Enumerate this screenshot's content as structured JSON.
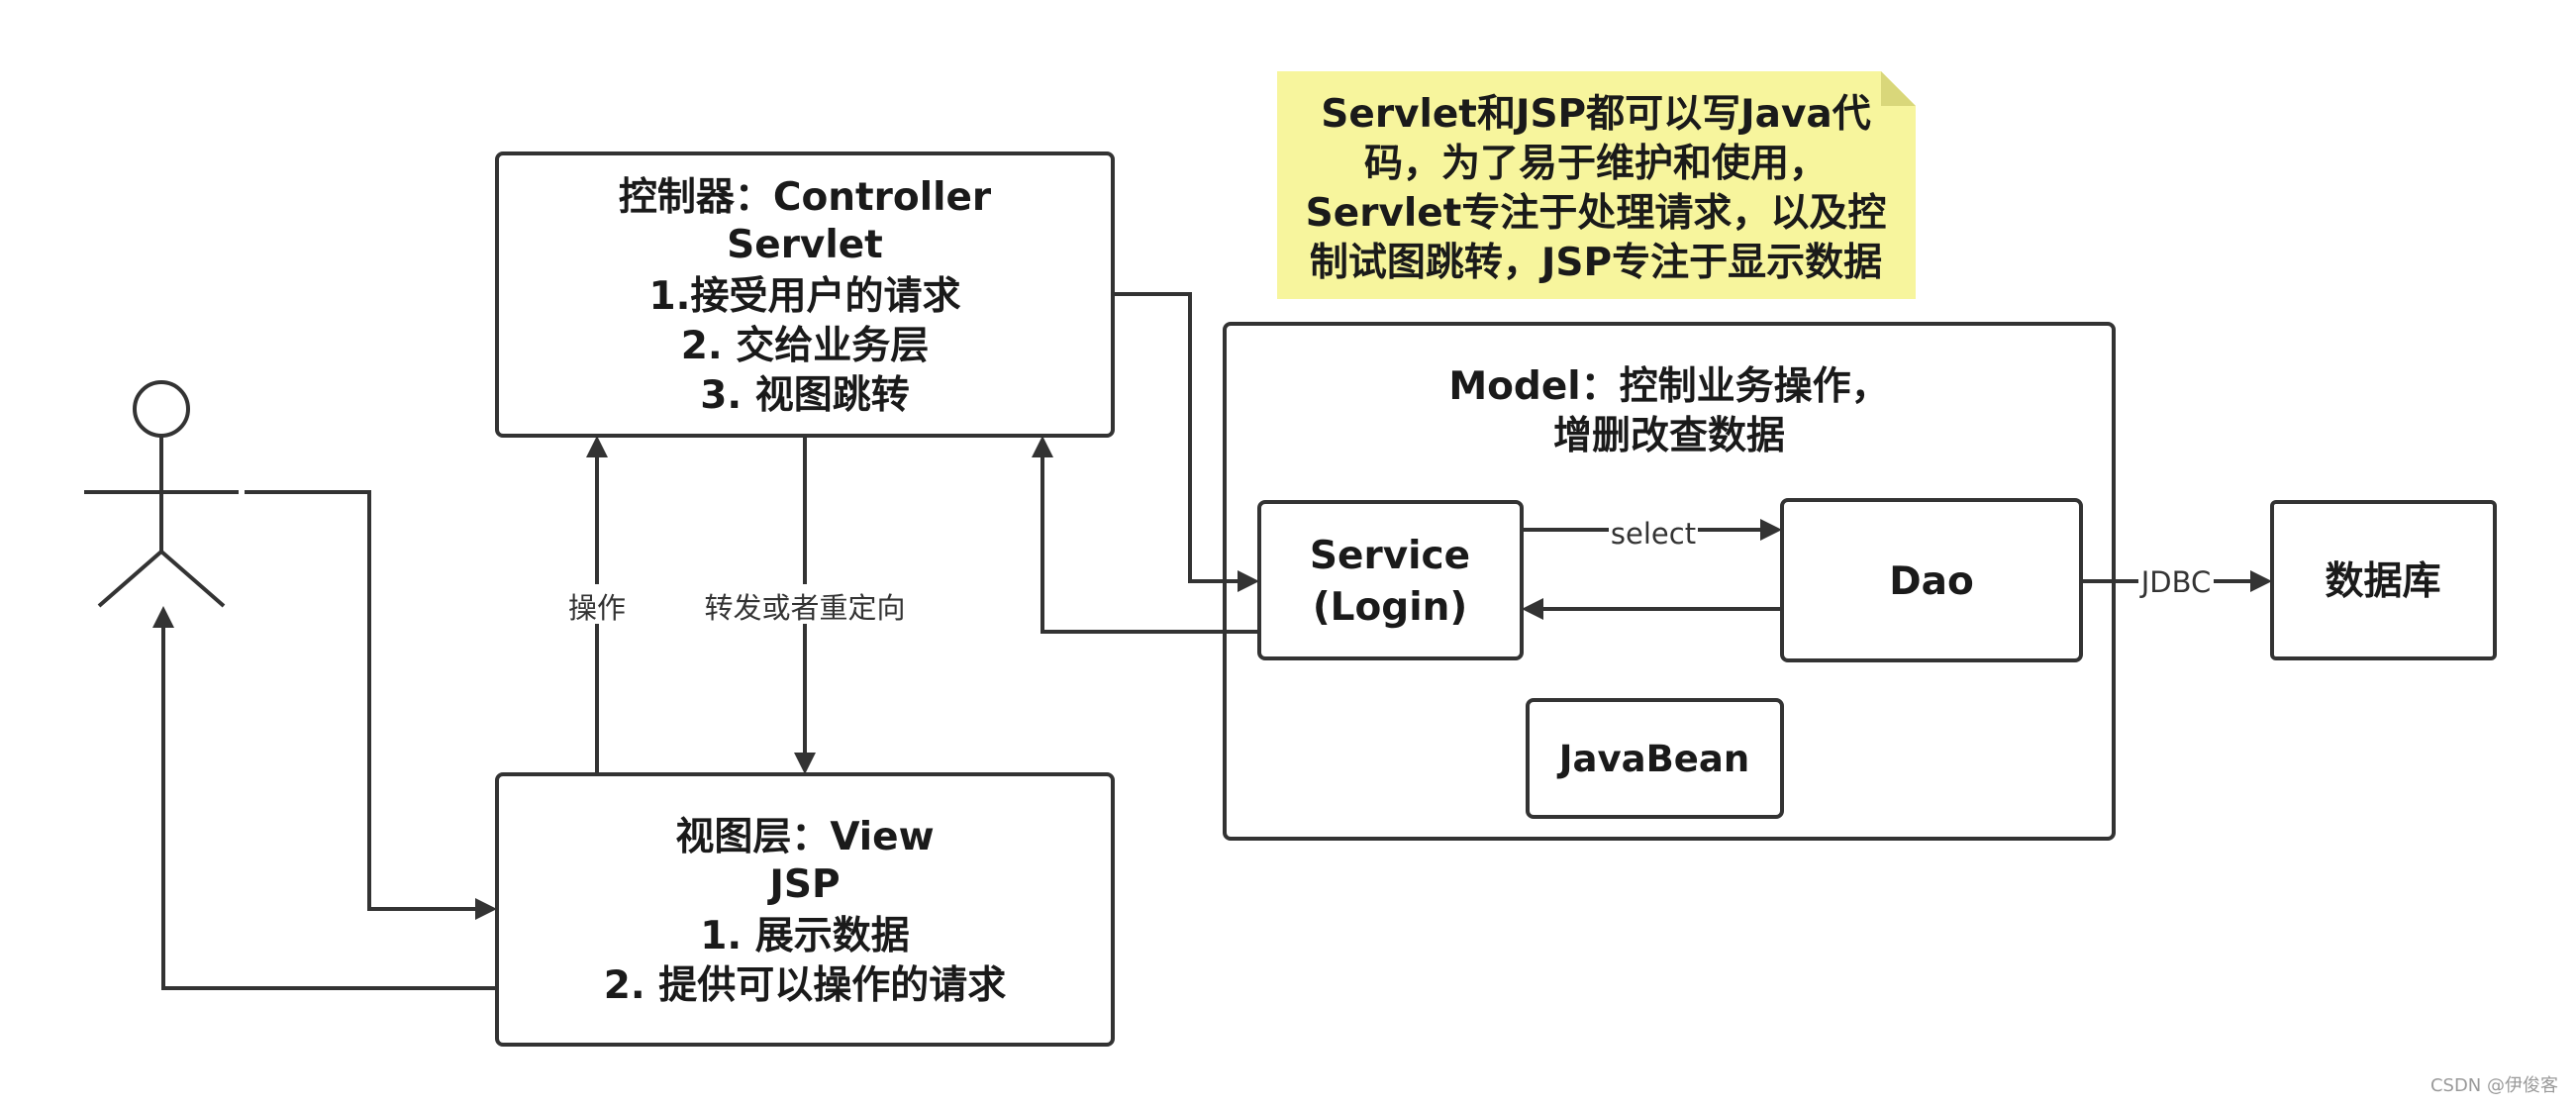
{
  "note": {
    "lines": [
      "Servlet和JSP都可以写Java代",
      "码，为了易于维护和使用，",
      "Servlet专注于处理请求，以及控",
      "制试图跳转，JSP专注于显示数据"
    ],
    "color": "#f7f59d"
  },
  "controller": {
    "lines": [
      "控制器：Controller",
      "Servlet",
      "1.接受用户的请求",
      "2. 交给业务层",
      "3. 视图跳转"
    ]
  },
  "view": {
    "lines": [
      "视图层：View",
      "JSP",
      "1. 展示数据",
      "2. 提供可以操作的请求"
    ]
  },
  "model": {
    "lines": [
      "Model：控制业务操作，",
      "增删改查数据"
    ]
  },
  "service": {
    "lines": [
      "Service",
      "(Login)"
    ]
  },
  "dao": {
    "label": "Dao"
  },
  "javabean": {
    "label": "JavaBean"
  },
  "database": {
    "label": "数据库"
  },
  "edges": {
    "operate": "操作",
    "forward_redirect": "转发或者重定向",
    "select": "select",
    "jdbc": "JDBC"
  },
  "watermark": "CSDN @伊俊客"
}
